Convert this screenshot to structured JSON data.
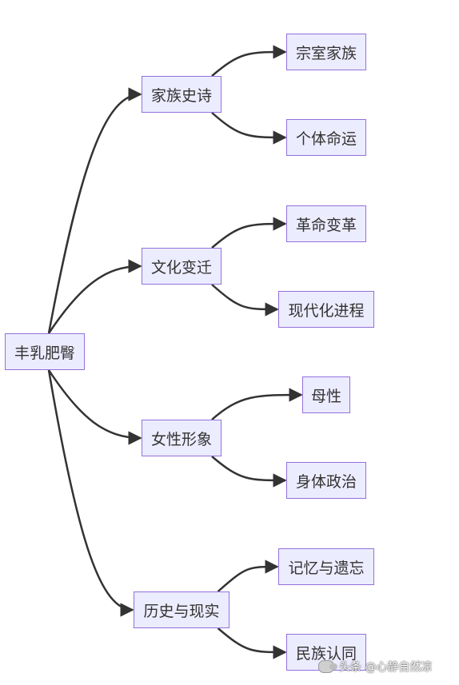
{
  "diagram": {
    "root": {
      "label": "丰乳肥臀"
    },
    "branches": [
      {
        "label": "家族史诗",
        "children": [
          "宗室家族",
          "个体命运"
        ]
      },
      {
        "label": "文化变迁",
        "children": [
          "革命变革",
          "现代化进程"
        ]
      },
      {
        "label": "女性形象",
        "children": [
          "母性",
          "身体政治"
        ]
      },
      {
        "label": "历史与现实",
        "children": [
          "记忆与遗忘",
          "民族认同"
        ]
      }
    ]
  },
  "colors": {
    "node_fill": "#ECECFF",
    "node_border": "#9370DB",
    "edge": "#333333",
    "text": "#333333"
  },
  "watermark": {
    "text": "头条 @心静自然凉"
  }
}
